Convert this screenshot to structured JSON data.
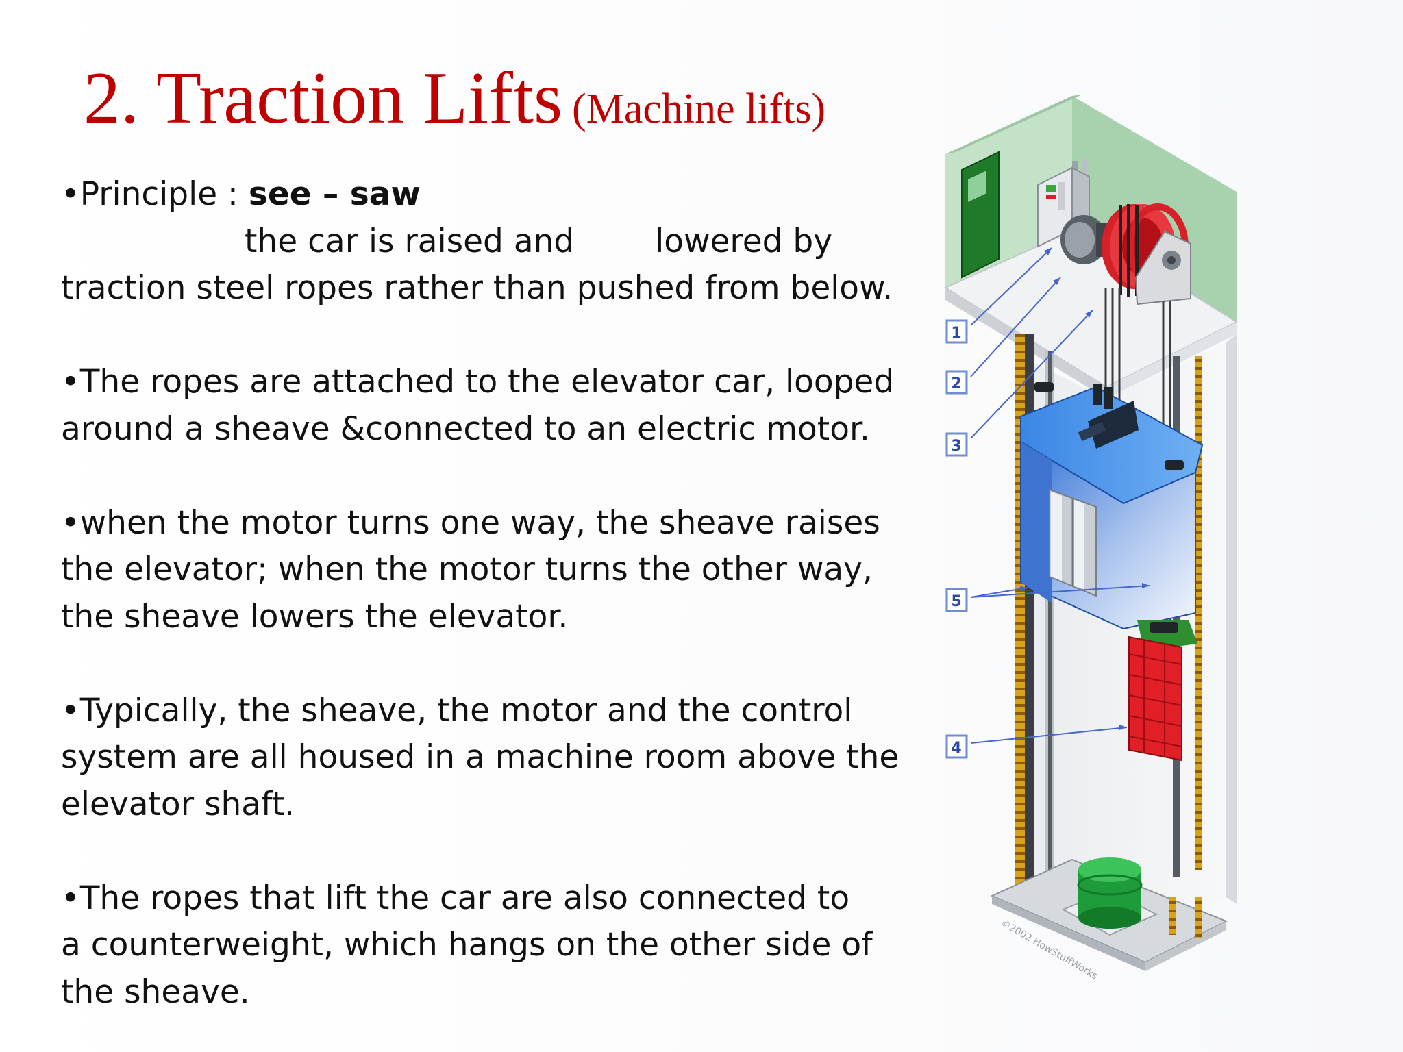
{
  "slide": {
    "title": "2. Traction Lifts",
    "subtitle": "(Machine lifts)",
    "principle": {
      "bullet": "•Principle : ",
      "bold": "see – saw",
      "line2_a": "the car is raised and",
      "line2_b": "lowered by",
      "line3": "traction steel ropes rather than pushed from below."
    },
    "paragraphs": [
      {
        "lines": [
          "•The ropes are attached to the elevator car, looped",
          "around a sheave &connected to an electric motor."
        ]
      },
      {
        "lines": [
          "•when the motor turns one way, the sheave raises",
          "the elevator; when the motor turns the other way,",
          "the sheave lowers the elevator."
        ]
      },
      {
        "lines": [
          "•Typically, the sheave, the motor and the control",
          "system are all housed in a machine room above the",
          "elevator shaft."
        ]
      },
      {
        "lines": [
          "•The ropes that lift the car are also connected to",
          "a counterweight, which hangs on the other side of",
          "the sheave."
        ]
      }
    ]
  },
  "figure": {
    "callouts": [
      "1",
      "2",
      "3",
      "5",
      "4"
    ],
    "copyright": "©2002 HowStuffWorks",
    "colors": {
      "machine_room_wall": "#bfe0c4",
      "door": "#1f7a2a",
      "sheave": "#d62128",
      "car": "#2f6fd6",
      "counterweight": "#e01f26",
      "rail": "#d9a21b",
      "buffer": "#1e9b3a",
      "callout": "#4466cc"
    }
  }
}
